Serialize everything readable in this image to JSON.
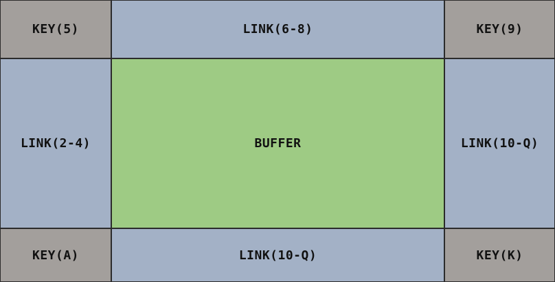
{
  "grid": {
    "top_left": {
      "label": "KEY(5)",
      "kind": "key"
    },
    "top_center": {
      "label": "LINK(6-8)",
      "kind": "link"
    },
    "top_right": {
      "label": "KEY(9)",
      "kind": "key"
    },
    "middle_left": {
      "label": "LINK(2-4)",
      "kind": "link"
    },
    "center": {
      "label": "BUFFER",
      "kind": "buffer"
    },
    "middle_right": {
      "label": "LINK(10-Q)",
      "kind": "link"
    },
    "bottom_left": {
      "label": "KEY(A)",
      "kind": "key"
    },
    "bottom_center": {
      "label": "LINK(10-Q)",
      "kind": "link"
    },
    "bottom_right": {
      "label": "KEY(K)",
      "kind": "key"
    }
  },
  "colors": {
    "key": "#a39f9c",
    "link": "#a3b1c6",
    "buffer": "#9ecb84",
    "border": "#2b2b2b",
    "text": "#111111"
  }
}
